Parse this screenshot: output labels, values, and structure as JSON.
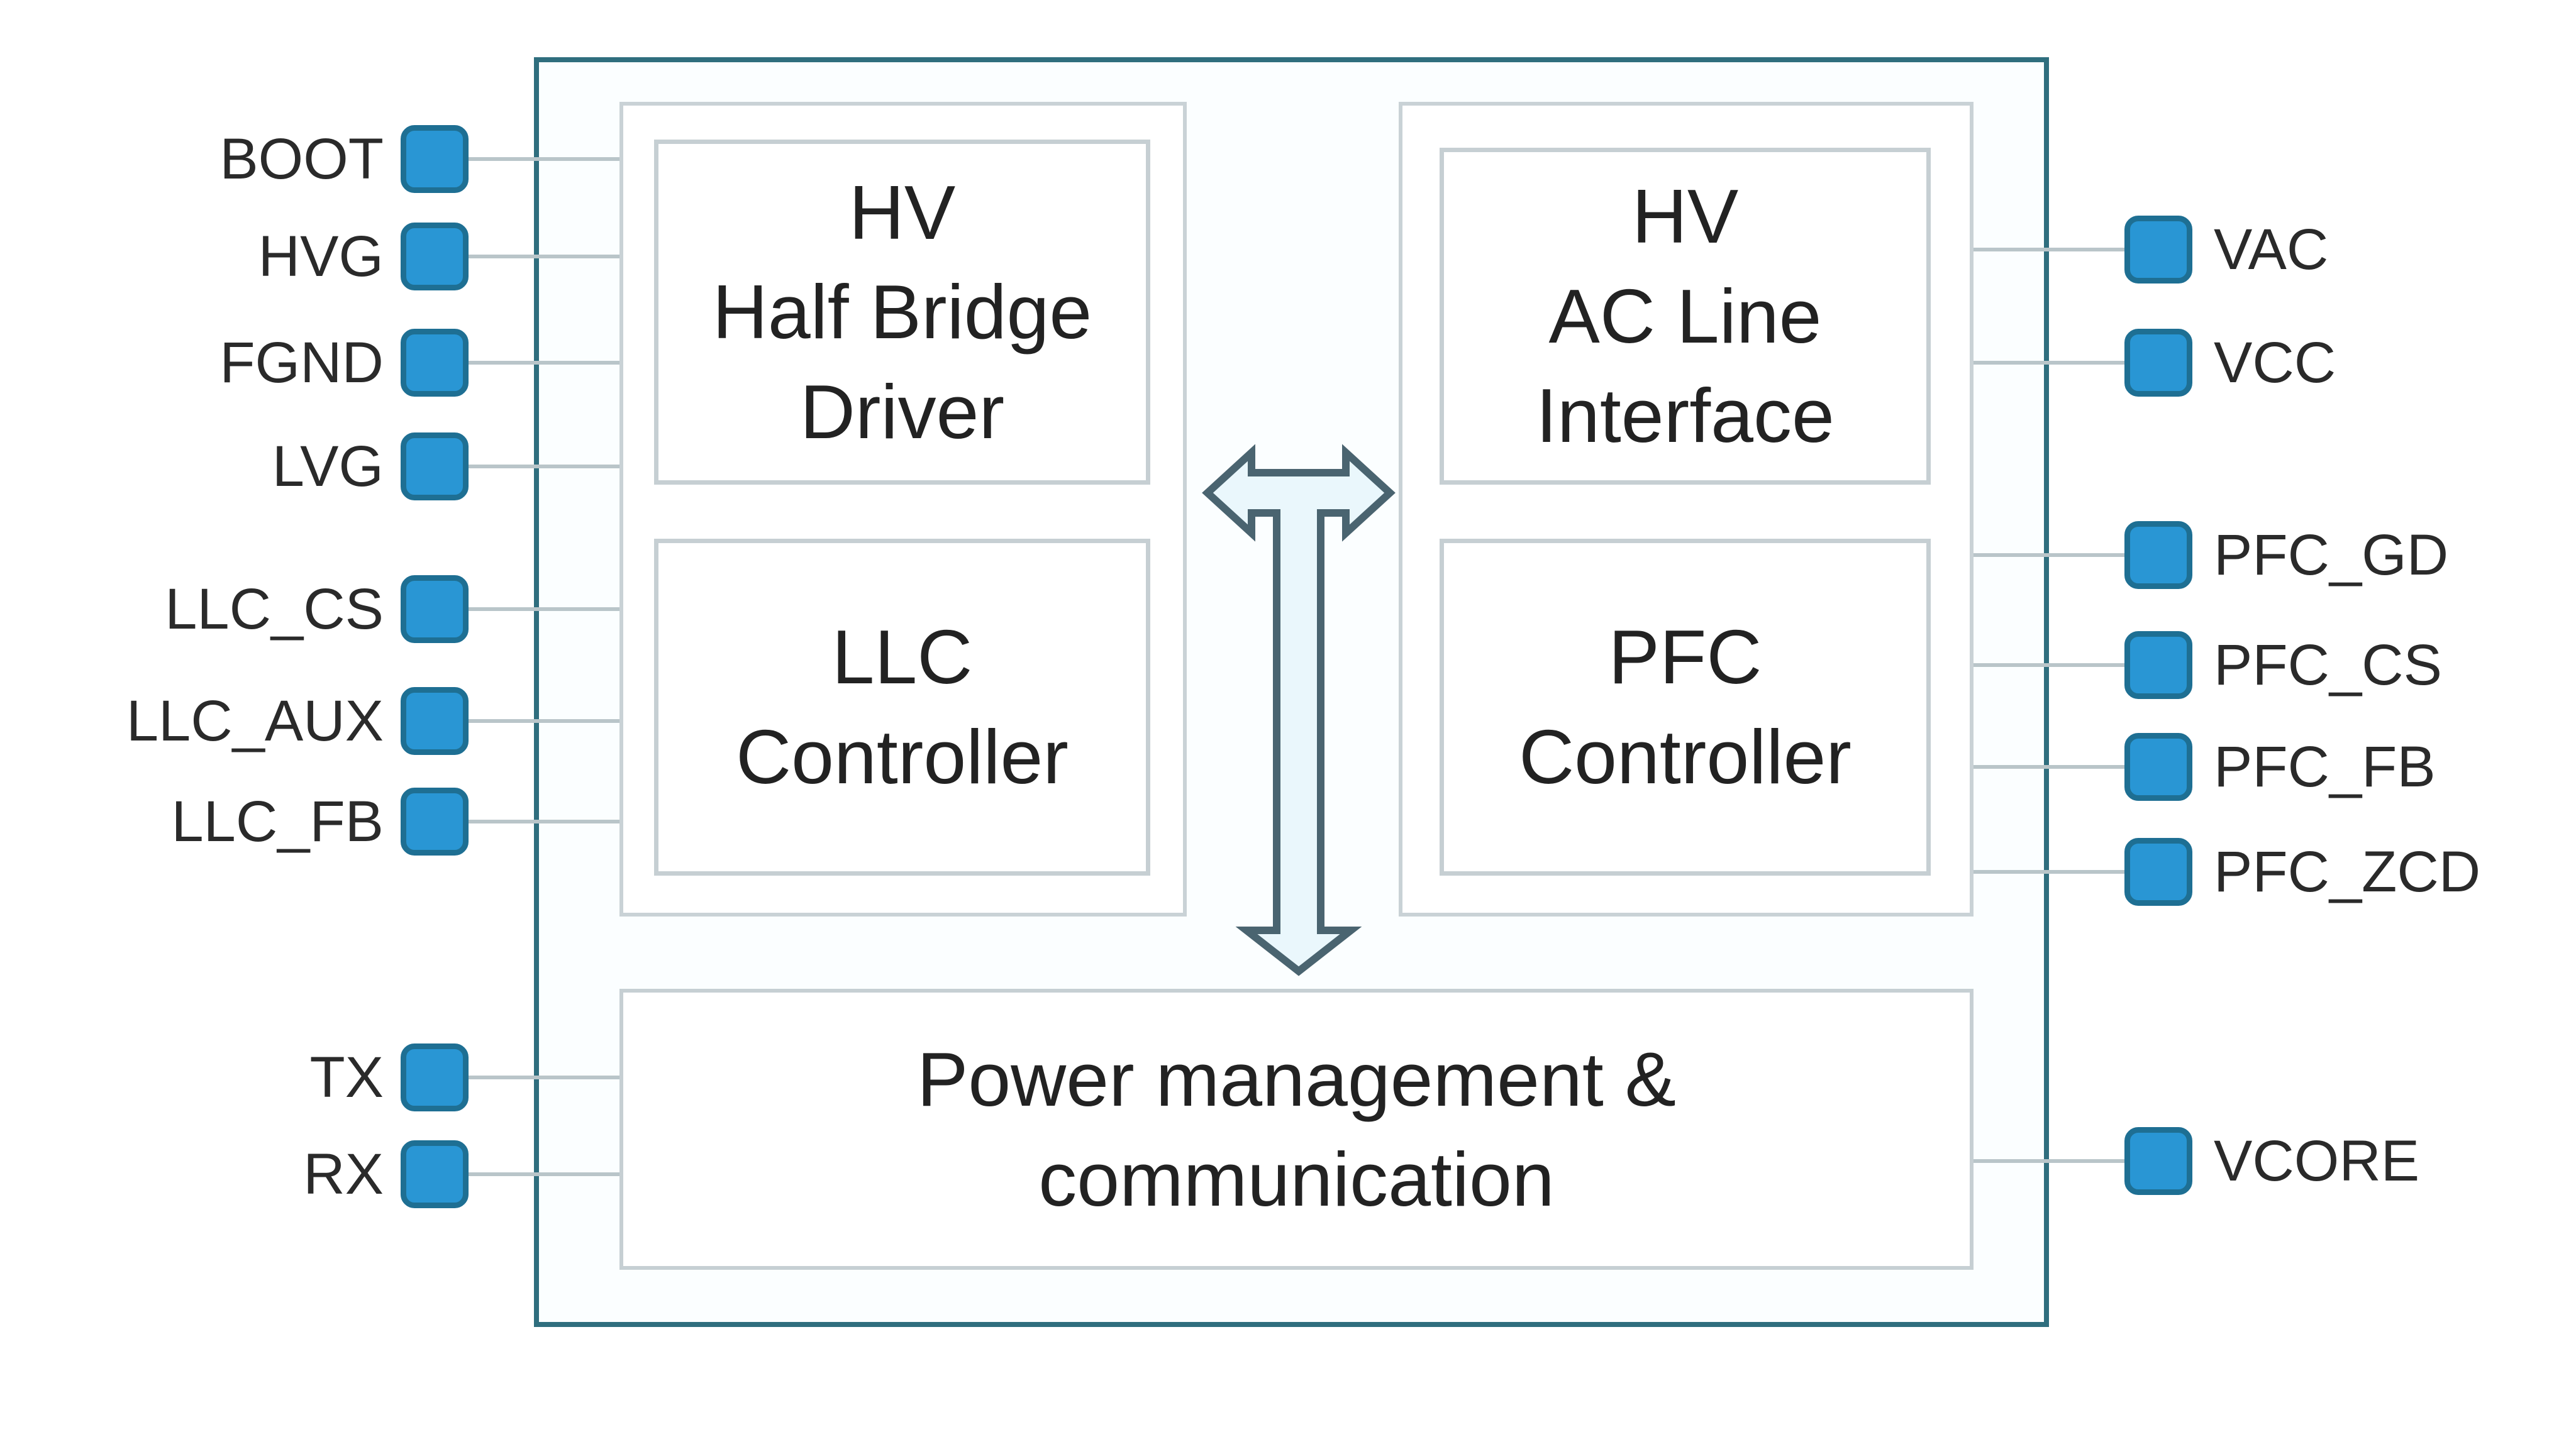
{
  "diagram": {
    "blocks": {
      "half_bridge": [
        "HV",
        "Half Bridge",
        "Driver"
      ],
      "llc": [
        "LLC",
        "Controller"
      ],
      "ac_line": [
        "HV",
        "AC Line",
        "Interface"
      ],
      "pfc": [
        "PFC",
        "Controller"
      ],
      "power": [
        "Power management &",
        "communication"
      ]
    },
    "left_pins": [
      "BOOT",
      "HVG",
      "FGND",
      "LVG",
      "LLC_CS",
      "LLC_AUX",
      "LLC_FB",
      "TX",
      "RX"
    ],
    "right_pins": [
      "VAC",
      "VCC",
      "PFC_GD",
      "PFC_CS",
      "PFC_FB",
      "PFC_ZCD",
      "VCORE"
    ],
    "colors": {
      "pin_fill": "#2996d4",
      "pin_border": "#1e6f93",
      "outer_border": "#2f6e7e",
      "block_border": "#c6cfd3",
      "arrow_stroke": "#4a6470",
      "arrow_fill": "#eaf7fc"
    }
  }
}
